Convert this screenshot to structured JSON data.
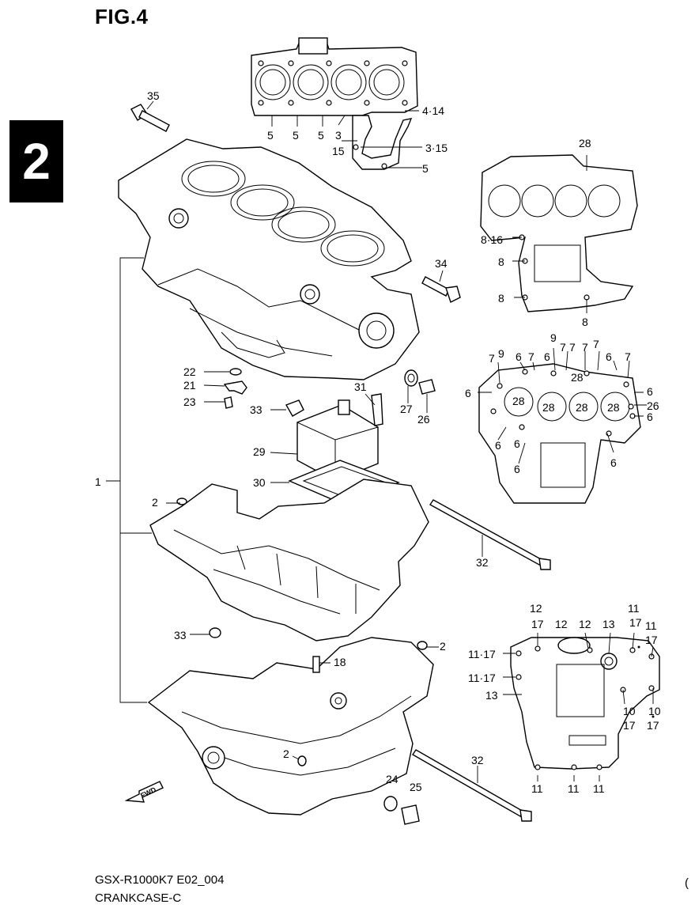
{
  "figure": {
    "title": "FIG.4",
    "section_number": "2",
    "model_code": "GSX-R1000K7 E02_004",
    "group_name": "CRANKCASE-C",
    "edge_char": "("
  },
  "callouts": {
    "c1": "1",
    "c2a": "2",
    "c2b": "2",
    "c2c": "2",
    "c3a": "3",
    "c15a": "15",
    "c3_15": "3·15",
    "c4_14": "4·14",
    "c5a": "5",
    "c5b": "5",
    "c5c": "5",
    "c5d": "5",
    "c8_16": "8·16",
    "c8a": "8",
    "c8b": "8",
    "c8c": "8",
    "c28top": "28",
    "c9a": "9",
    "c9b": "9",
    "c7a": "7",
    "c7b": "7",
    "c7c": "7",
    "c7d": "7",
    "c7e": "7",
    "c7f": "7",
    "c6a": "6",
    "c6b": "6",
    "c6c": "6",
    "c6d": "6",
    "c6e": "6",
    "c6f": "6",
    "c6g": "6",
    "c6h": "6",
    "c6i": "6",
    "c28a": "28",
    "c28b": "28",
    "c28c": "28",
    "c28d": "28",
    "c28e": "28",
    "c26b": "26",
    "c34": "34",
    "c35": "35",
    "c22": "22",
    "c21": "21",
    "c23": "23",
    "c31": "31",
    "c27": "27",
    "c26": "26",
    "c33a": "33",
    "c29": "29",
    "c30": "30",
    "c32a": "32",
    "c32b": "32",
    "c33b": "33",
    "c18": "18",
    "c24": "24",
    "c25": "25",
    "c12a": "12",
    "c17a": "17",
    "c12b": "12",
    "c12c": "12",
    "c13a": "13",
    "c11a": "11",
    "c17b": "17",
    "c11b": "11",
    "c17c": "17",
    "c11_17a": "11·17",
    "c11_17b": "11·17",
    "c13b": "13",
    "c10a": "10",
    "c17d": "17",
    "c10b": "10",
    "c17e": "17",
    "c11c": "11",
    "c11d": "11",
    "c11e": "11",
    "fwd": "FWD"
  }
}
